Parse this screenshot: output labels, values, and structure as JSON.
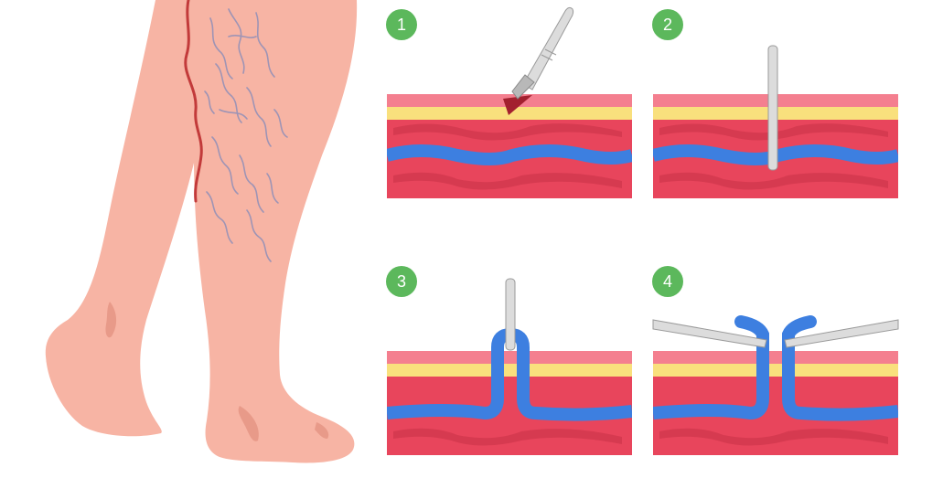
{
  "steps": [
    {
      "number": "1"
    },
    {
      "number": "2"
    },
    {
      "number": "3"
    },
    {
      "number": "4"
    }
  ],
  "colors": {
    "skin": "#f7b4a4",
    "skin_shadow": "#e89a89",
    "vein_surface": "#c23a3a",
    "vein_mark": "#8f8fb8",
    "epidermis": "#f47f8f",
    "fat_layer": "#f9e07d",
    "muscle": "#e8455c",
    "muscle_dark": "#d63a50",
    "vessel": "#3d7fe0",
    "vessel_light": "#5b9bf0",
    "instrument": "#dcdcdc",
    "instrument_edge": "#9a9a9a",
    "blade": "#a3202f",
    "badge": "#5cb85c"
  },
  "icons": {
    "scalpel": "scalpel-icon",
    "probe": "probe-icon",
    "forceps": "forceps-icon"
  }
}
